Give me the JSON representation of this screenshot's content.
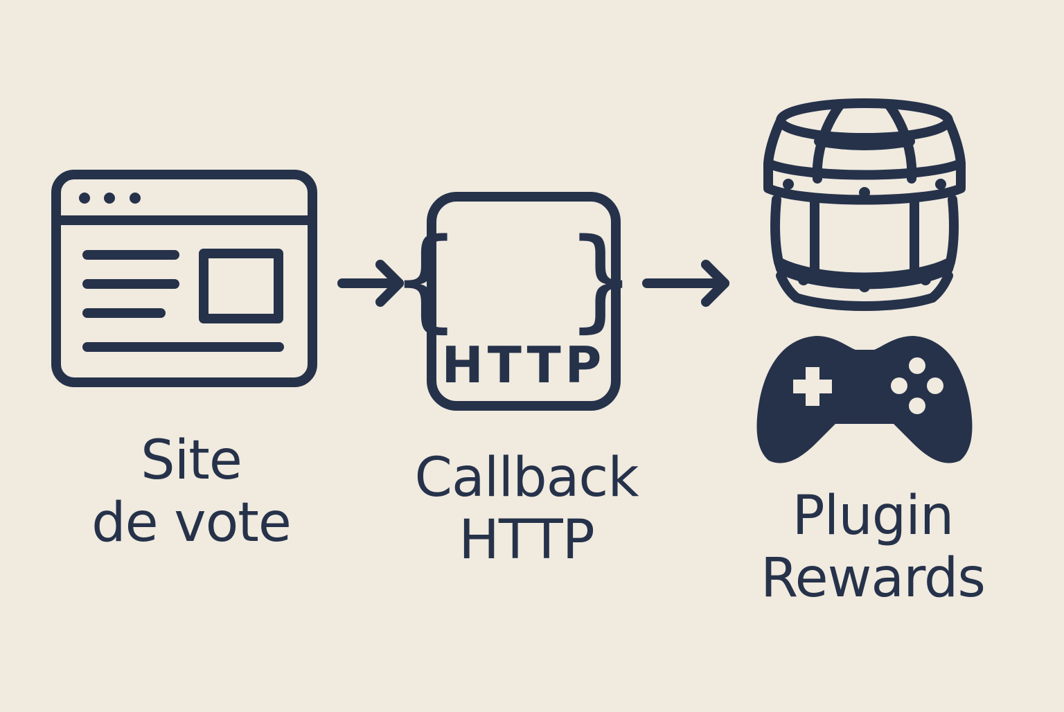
{
  "colors": {
    "background": "#f0eadf",
    "ink": "#26324a"
  },
  "nodes": [
    {
      "id": "site",
      "icon": "browser-window-icon",
      "label_lines": [
        "Site",
        "de vote"
      ]
    },
    {
      "id": "callback",
      "icon": "code-braces-icon",
      "icon_text": "HTTP",
      "braces": "{ }",
      "label_lines": [
        "Callback",
        "HTTP"
      ]
    },
    {
      "id": "plugin",
      "icons": [
        "barrel-icon",
        "gamepad-icon"
      ],
      "label_lines": [
        "Plugin",
        "Rewards"
      ]
    }
  ],
  "edges": [
    {
      "from": "site",
      "to": "callback",
      "icon": "arrow-right-icon"
    },
    {
      "from": "callback",
      "to": "plugin",
      "icon": "arrow-right-icon"
    }
  ]
}
